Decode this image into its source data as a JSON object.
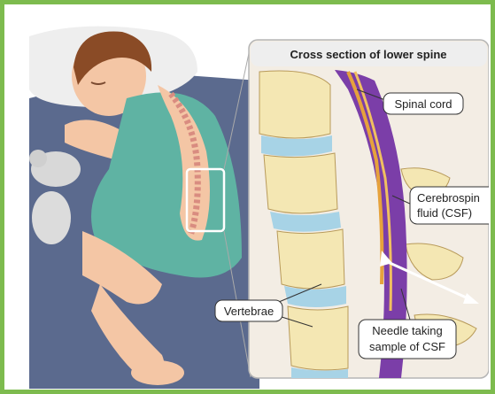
{
  "panel_title": "Cross section of lower spine",
  "labels": {
    "spinal_cord": "Spinal cord",
    "csf_line1": "Cerebrospin",
    "csf_line2": "fluid (CSF)",
    "vertebrae": "Vertebrae",
    "needle_line1": "Needle taking",
    "needle_line2": "sample of CSF"
  },
  "colors": {
    "frame": "#7dbb4e",
    "background_blue": "#5b6a8e",
    "gown": "#5fb3a3",
    "bone": "#f4e7b3",
    "disc": "#a7d3e6",
    "csf_purple": "#7b3ea8"
  }
}
